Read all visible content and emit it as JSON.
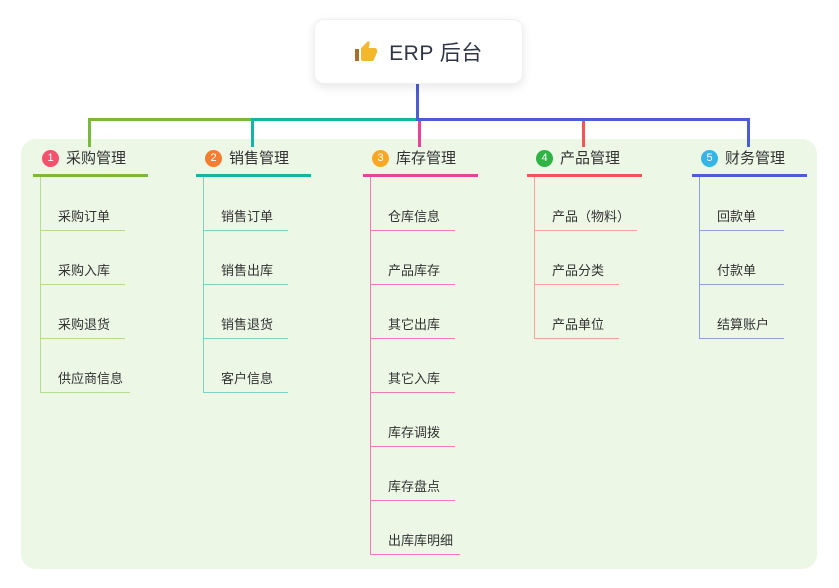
{
  "root": {
    "title": "ERP 后台",
    "icon": "thumbs-up-icon",
    "stem_color": "#4a5cd6"
  },
  "panel": {
    "bg": "#ecf7e6"
  },
  "branches": [
    {
      "index": "1",
      "label": "采购管理",
      "badge_color": "#f4516c",
      "line_color": "#7ab83e",
      "light_color": "#b5db8f",
      "children": [
        "采购订单",
        "采购入库",
        "采购退货",
        "供应商信息"
      ]
    },
    {
      "index": "2",
      "label": "销售管理",
      "badge_color": "#f57d31",
      "line_color": "#13b5a5",
      "light_color": "#7fd2c6",
      "children": [
        "销售订单",
        "销售出库",
        "销售退货",
        "客户信息"
      ]
    },
    {
      "index": "3",
      "label": "库存管理",
      "badge_color": "#f9a825",
      "line_color": "#e6439a",
      "light_color": "#f27ab8",
      "children": [
        "仓库信息",
        "产品库存",
        "其它出库",
        "其它入库",
        "库存调拨",
        "库存盘点",
        "出库库明细"
      ]
    },
    {
      "index": "4",
      "label": "产品管理",
      "badge_color": "#2fb344",
      "line_color": "#f25555",
      "light_color": "#f8a29c",
      "children": [
        "产品（物料）",
        "产品分类",
        "产品单位"
      ]
    },
    {
      "index": "5",
      "label": "财务管理",
      "badge_color": "#33b5e5",
      "line_color": "#4a5cd6",
      "light_color": "#8fa2dd",
      "children": [
        "回款单",
        "付款单",
        "结算账户"
      ]
    }
  ]
}
